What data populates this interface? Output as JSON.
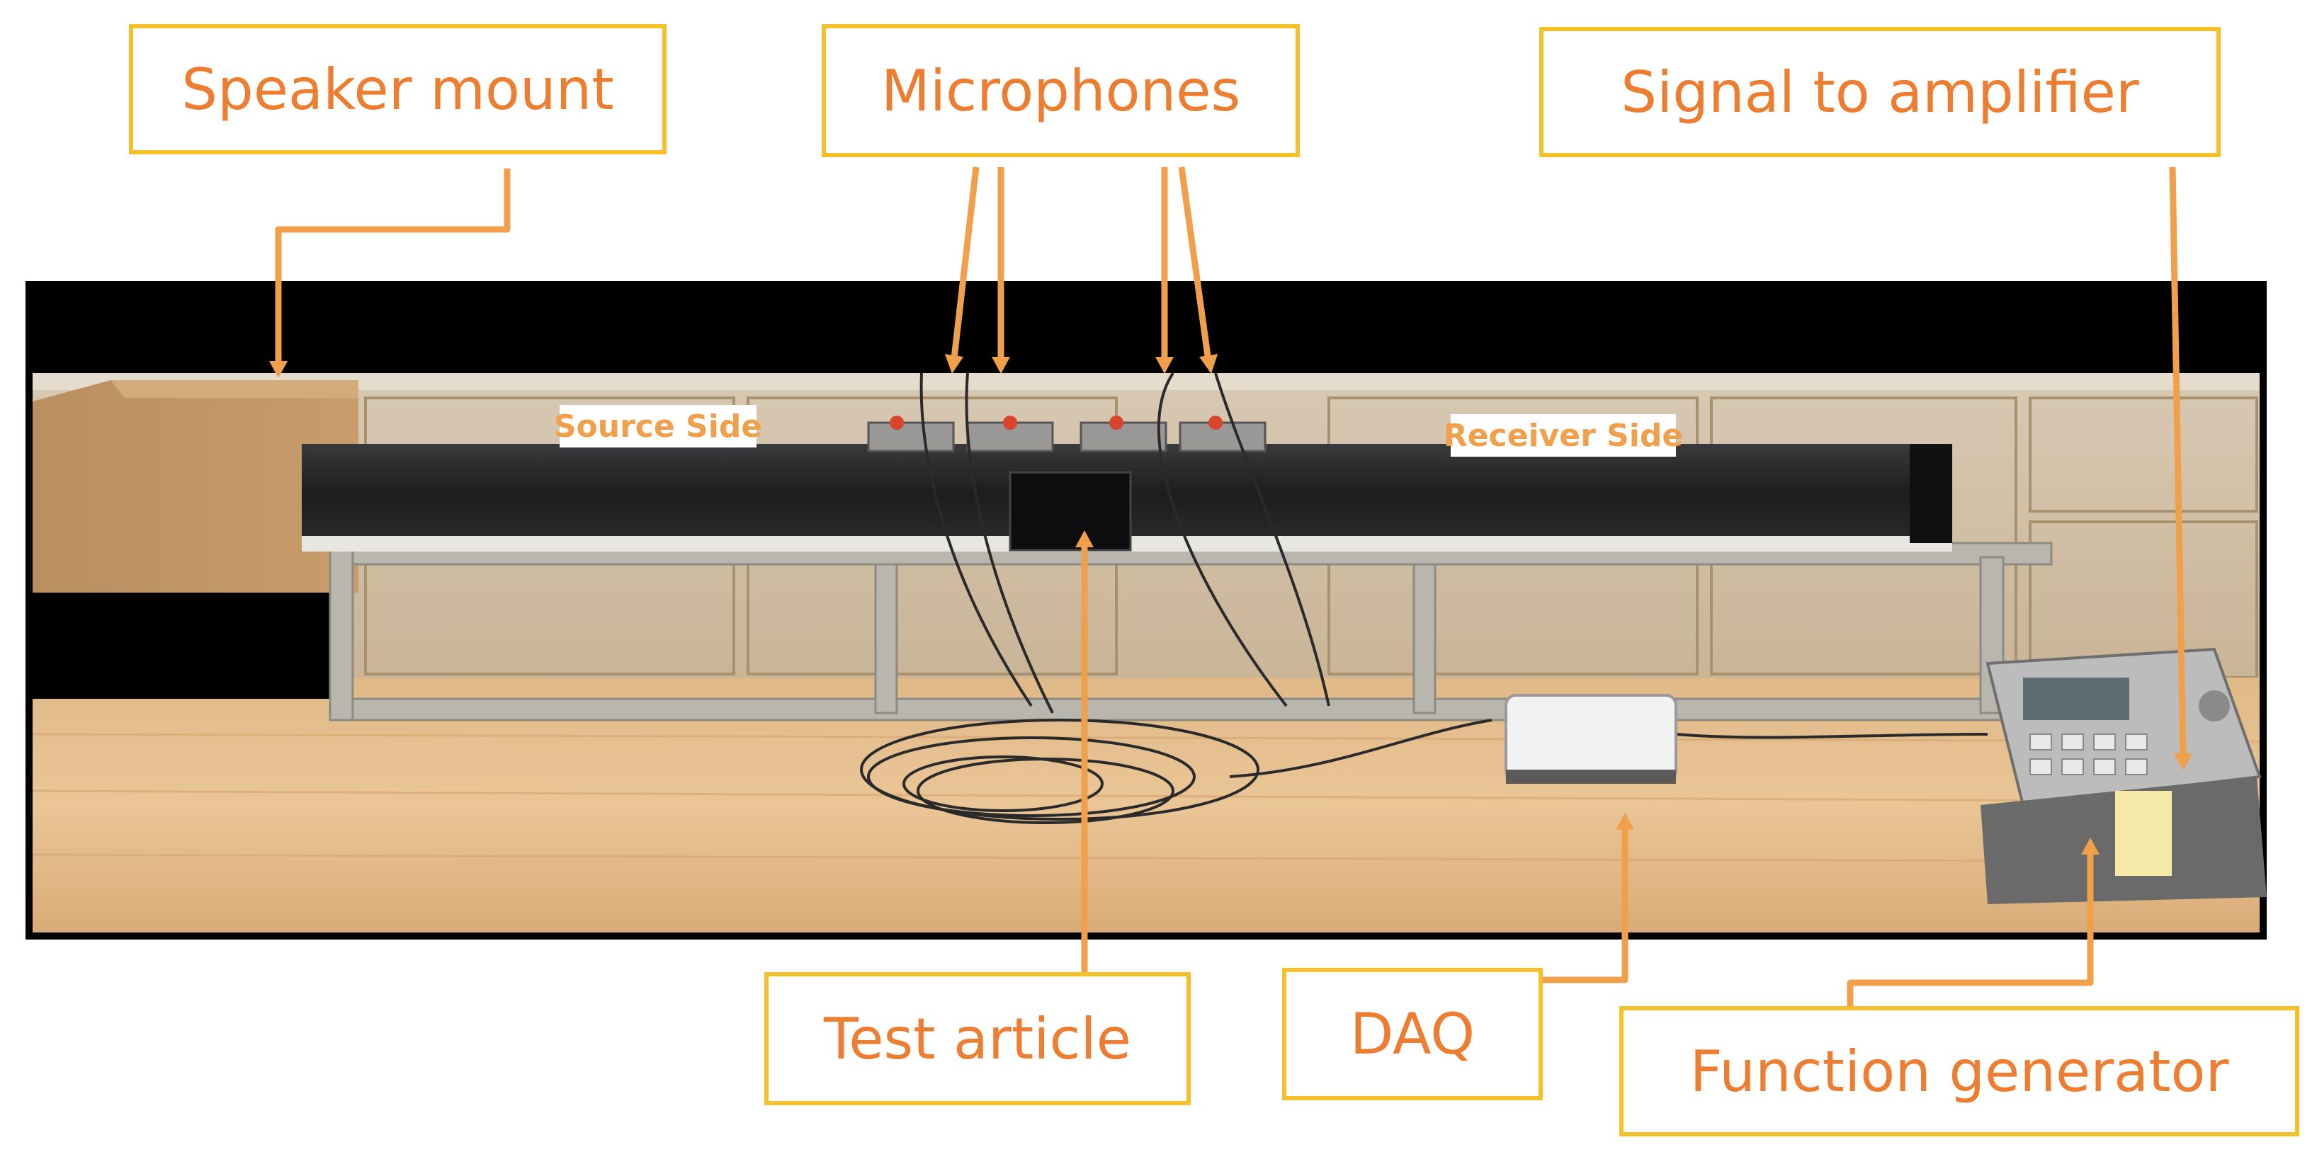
{
  "callouts": {
    "speaker_mount": "Speaker mount",
    "microphones": "Microphones",
    "signal_to_amplifier": "Signal to amplifier",
    "test_article": "Test article",
    "daq": "DAQ",
    "function_generator": "Function generator"
  },
  "in_photo_labels": {
    "source_side": "Source Side",
    "receiver_side": "Receiver Side"
  },
  "colors": {
    "callout_border": "#f5c02a",
    "callout_text": "#ed7d31",
    "leader_line": "#f0a04a"
  }
}
